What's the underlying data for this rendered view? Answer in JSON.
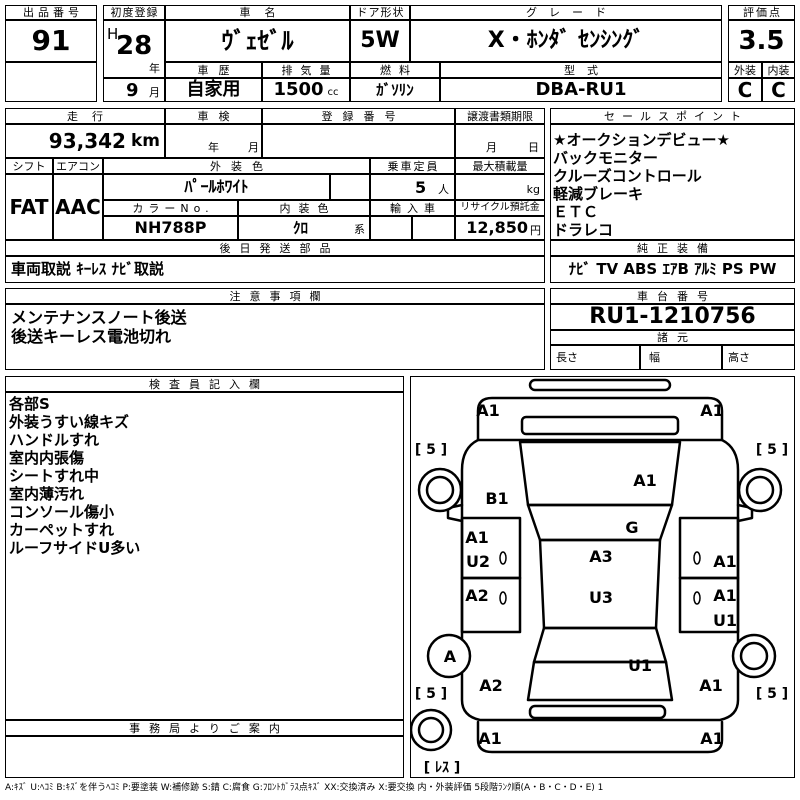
{
  "lot": {
    "label": "出品番号",
    "value": "91"
  },
  "first_registration": {
    "label": "初度登録",
    "era": "H",
    "year": "28",
    "year_unit": "年",
    "month": "9",
    "month_unit": "月"
  },
  "car_name": {
    "label": "車名",
    "value": "ｳﾞｪｾﾞﾙ"
  },
  "door_type": {
    "label": "ドア形状",
    "value": "5W"
  },
  "grade": {
    "label": "グレード",
    "value": "X・ﾎﾝﾀﾞ ｾﾝｼﾝｸﾞ"
  },
  "score": {
    "label": "評価点",
    "value": "3.5"
  },
  "history": {
    "label": "車歴",
    "value": "自家用"
  },
  "displacement": {
    "label": "排気量",
    "value": "1500",
    "unit": "cc"
  },
  "fuel": {
    "label": "燃料",
    "value": "ｶﾞｿﾘﾝ"
  },
  "model_code": {
    "label": "型式",
    "value": "DBA-RU1"
  },
  "exterior_grade": {
    "label": "外装",
    "value": "C"
  },
  "interior_grade": {
    "label": "内装",
    "value": "C"
  },
  "mileage": {
    "label": "走行",
    "value": "93,342",
    "unit": "km"
  },
  "inspection": {
    "label": "車検",
    "year_unit": "年",
    "month_unit": "月"
  },
  "registration_no": {
    "label": "登録番号"
  },
  "transfer_deadline": {
    "label": "譲渡書類期限",
    "month_unit": "月",
    "day_unit": "日"
  },
  "sales_points": {
    "label": "セールスポイント",
    "items": [
      "★オークションデビュー★",
      "バックモニター",
      "クルーズコントロール",
      "軽減ブレーキ",
      "ＥＴＣ",
      "ドラレコ"
    ]
  },
  "shift": {
    "label": "シフト",
    "value": "FAT"
  },
  "aircon": {
    "label": "エアコン",
    "value": "AAC"
  },
  "exterior_color": {
    "label": "外装色",
    "value": "ﾊﾟｰﾙﾎﾜｲﾄ"
  },
  "capacity": {
    "label": "乗車定員",
    "value": "5",
    "unit": "人"
  },
  "max_load": {
    "label": "最大積載量",
    "unit": "kg"
  },
  "color_no": {
    "label": "カラーNo.",
    "value": "NH788P"
  },
  "interior_color": {
    "label": "内装色",
    "value": "ｸﾛ",
    "unit": "系"
  },
  "import": {
    "label": "輸入車"
  },
  "recycle_fee": {
    "label": "リサイクル預託金",
    "value": "12,850",
    "unit": "円"
  },
  "later_parts": {
    "label": "後日発送部品",
    "value": "車両取説 ｷｰﾚｽ ﾅﾋﾞ取説"
  },
  "equipment": {
    "label": "純正装備",
    "value": "ﾅﾋﾞ TV ABS ｴｱB ｱﾙﾐ PS PW"
  },
  "notes": {
    "label": "注意事項欄",
    "items": [
      "メンテナンスノート後送",
      "後送キーレス電池切れ"
    ]
  },
  "chassis_no": {
    "label": "車台番号",
    "value": "RU1-1210756"
  },
  "specs": {
    "label": "諸元",
    "length_label": "長さ",
    "width_label": "幅",
    "height_label": "高さ"
  },
  "inspector_notes": {
    "label": "検査員記入欄",
    "items": [
      "各部S",
      "外装うすい線キズ",
      "ハンドルすれ",
      "室内内張傷",
      "シートすれ中",
      "室内薄汚れ",
      "コンソール傷小",
      "カーペットすれ",
      "ルーフサイドU多い"
    ]
  },
  "office_notice": {
    "label": "事務局よりご案内"
  },
  "damage_map": {
    "front_left_corner": "A1",
    "front_right_corner": "A1",
    "hood": "A1",
    "left_front_fender": "B1",
    "windshield": "G",
    "left_front_door_upper": "A1",
    "left_front_door_lower": "U2",
    "roof_front": "A3",
    "right_front_door": "A1",
    "left_rear_door": "A2",
    "roof_rear": "U3",
    "right_rear_door_upper": "A1",
    "right_rear_door_lower": "U1",
    "left_rear_wheel": "A",
    "trunk": "U1",
    "left_rear_quarter": "A2",
    "right_rear_quarter": "A1",
    "rear_left_corner": "A1",
    "rear_right_corner": "A1"
  },
  "tires": {
    "front_left": "[ 5 ]",
    "front_right": "[ 5 ]",
    "rear_left": "[ 5 ]",
    "rear_right": "[ 5 ]",
    "spare": "[ ﾚｽ ]"
  },
  "legend": "A:ｷｽﾞ U:ﾍｺﾐ B:ｷｽﾞを伴うﾍｺﾐ P:要塗装 W:補修跡 S:錆 C:腐食 G:ﾌﾛﾝﾄｶﾞﾗｽ点ｷｽﾞ XX:交換済み X:要交換 内・外装評価 5段階ﾗﾝｸ順(A・B・C・D・E) 1"
}
